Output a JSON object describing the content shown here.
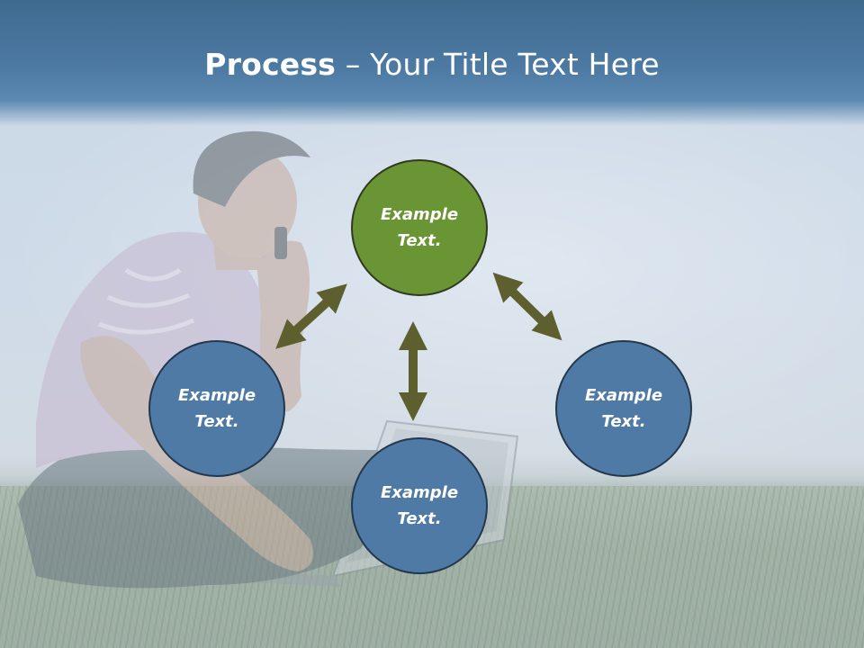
{
  "slide": {
    "title_bold": "Process",
    "title_rest": " – Your Title Text Here"
  },
  "colors": {
    "header": "#4d7aa3",
    "node_blue": "#4f7aa5",
    "node_green": "#6a9534",
    "arrow": "#5e5f2e"
  },
  "nodes": [
    {
      "id": "top",
      "label": "Example Text.",
      "color": "green"
    },
    {
      "id": "left",
      "label": "Example Text.",
      "color": "blue"
    },
    {
      "id": "bottom",
      "label": "Example Text.",
      "color": "blue"
    },
    {
      "id": "right",
      "label": "Example Text.",
      "color": "blue"
    }
  ],
  "arrows": [
    {
      "from": "top",
      "to": "left",
      "direction": "both"
    },
    {
      "from": "top",
      "to": "bottom",
      "direction": "both"
    },
    {
      "from": "top",
      "to": "right",
      "direction": "both"
    }
  ]
}
